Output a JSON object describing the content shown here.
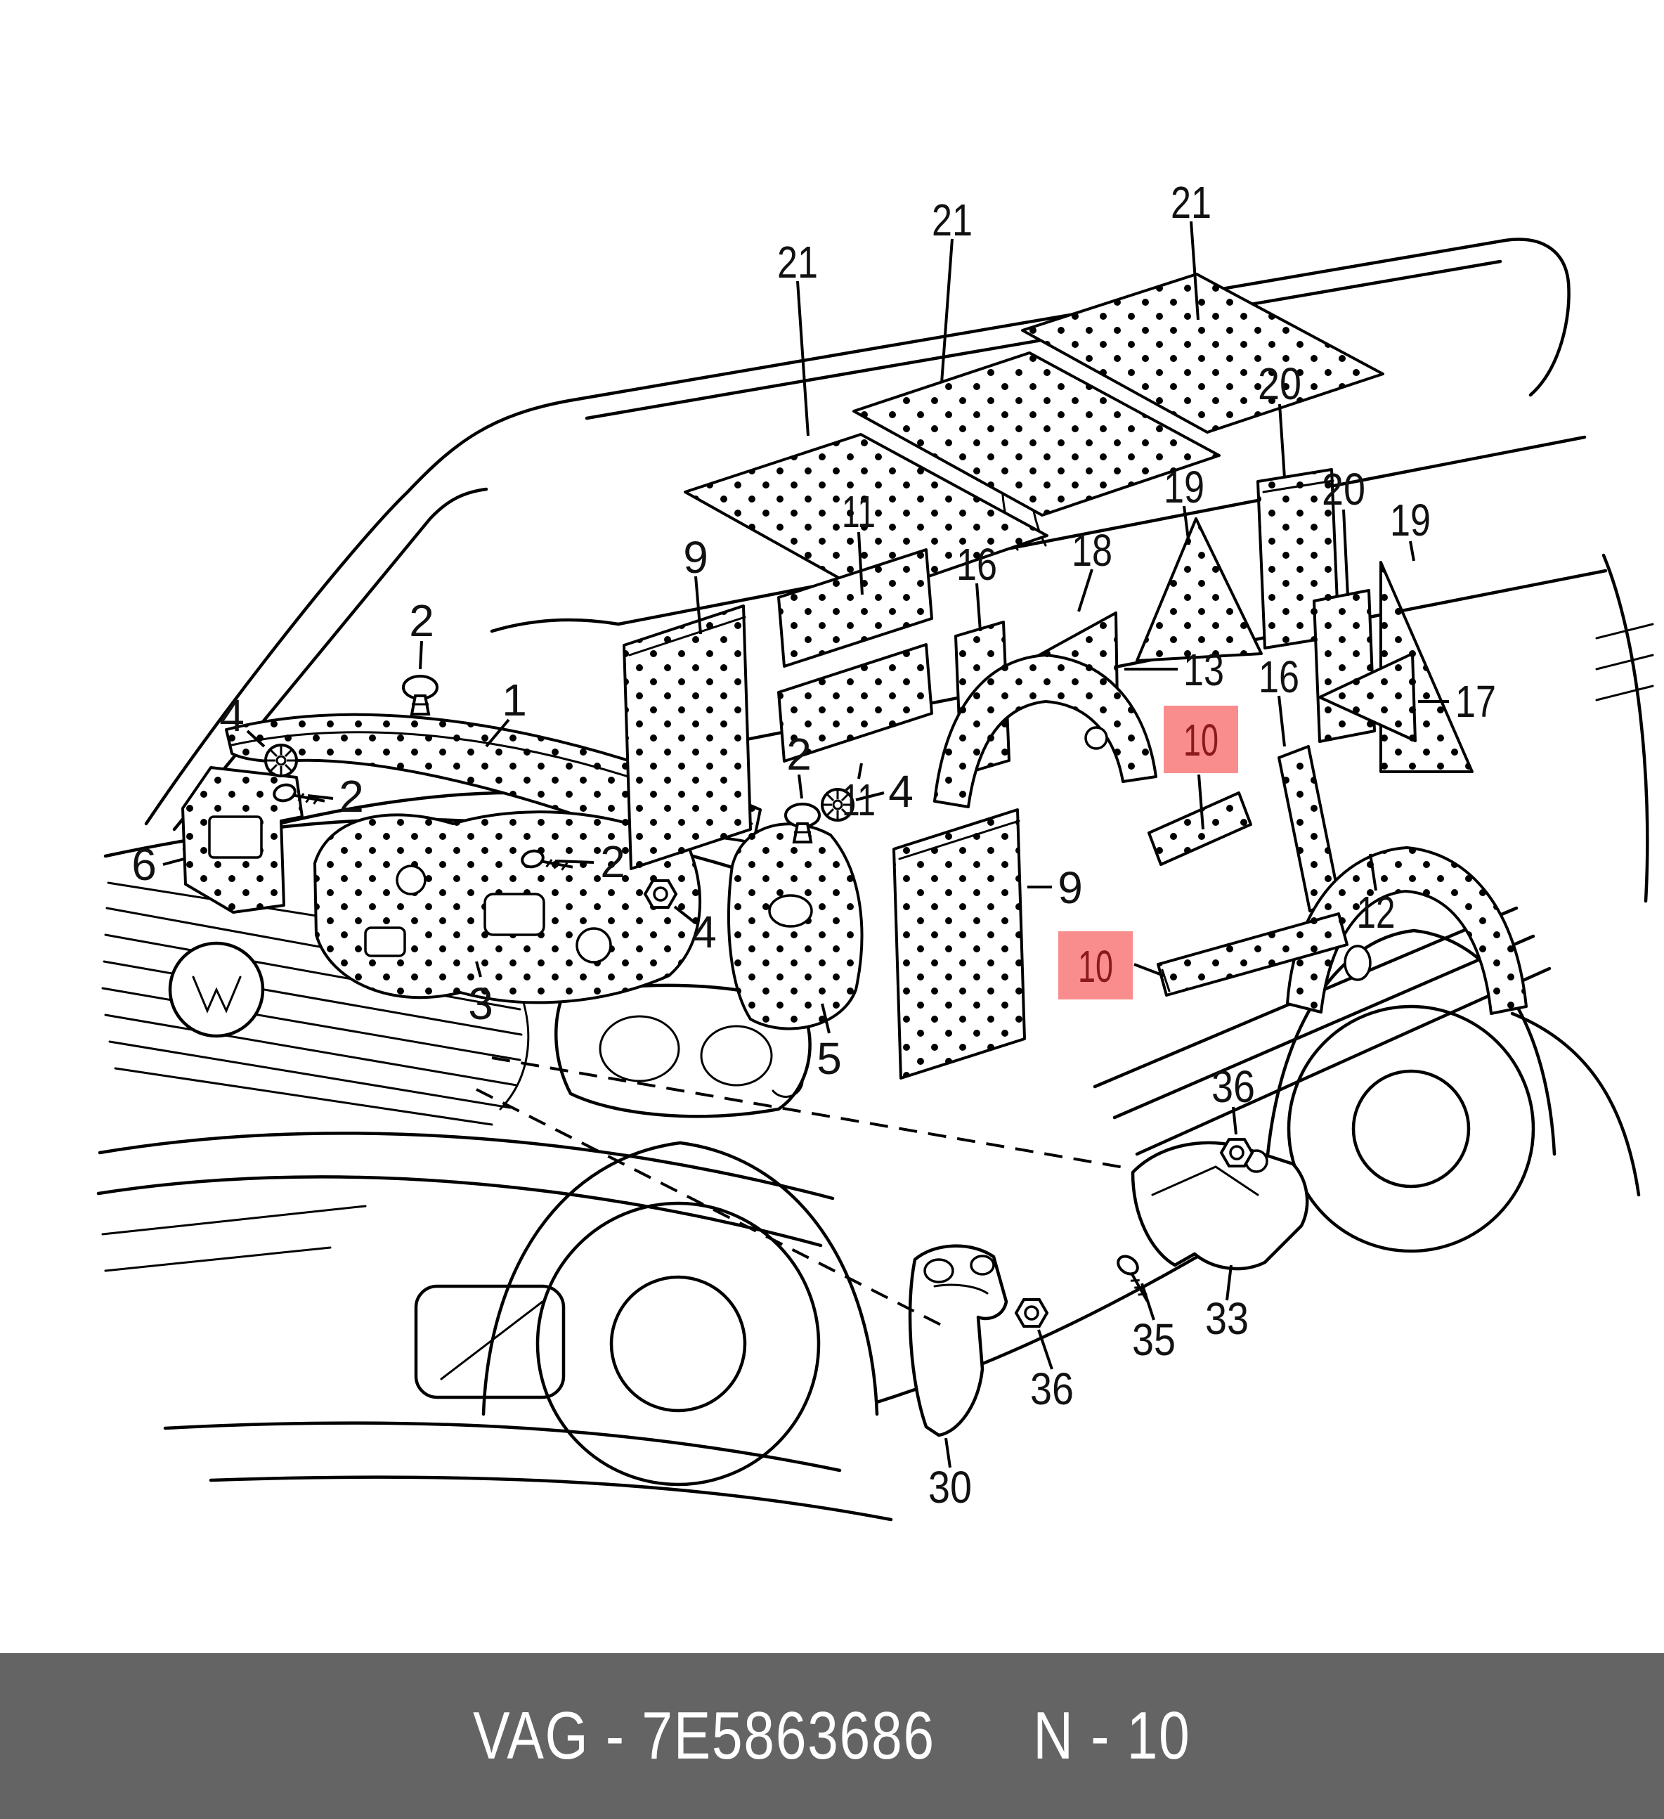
{
  "document": {
    "type": "parts-catalog-exploded-diagram",
    "vehicle": "van"
  },
  "colors": {
    "highlight_bg": "#F98D8D",
    "highlight_text": "#8C1A1A",
    "line": "#000000",
    "footer_bg": "#646464",
    "footer_text": "#FFFFFF",
    "canvas_bg": "#FFFFFF"
  },
  "callouts": [
    {
      "label": "21",
      "highlighted": false
    },
    {
      "label": "21",
      "highlighted": false
    },
    {
      "label": "21",
      "highlighted": false
    },
    {
      "label": "20",
      "highlighted": false
    },
    {
      "label": "19",
      "highlighted": false
    },
    {
      "label": "20",
      "highlighted": false
    },
    {
      "label": "19",
      "highlighted": false
    },
    {
      "label": "11",
      "highlighted": false
    },
    {
      "label": "9",
      "highlighted": false
    },
    {
      "label": "16",
      "highlighted": false
    },
    {
      "label": "18",
      "highlighted": false
    },
    {
      "label": "13",
      "highlighted": false
    },
    {
      "label": "16",
      "highlighted": false
    },
    {
      "label": "17",
      "highlighted": false
    },
    {
      "label": "10",
      "highlighted": true
    },
    {
      "label": "12",
      "highlighted": false
    },
    {
      "label": "11",
      "highlighted": false
    },
    {
      "label": "2",
      "highlighted": false
    },
    {
      "label": "1",
      "highlighted": false
    },
    {
      "label": "4",
      "highlighted": false
    },
    {
      "label": "2",
      "highlighted": false
    },
    {
      "label": "6",
      "highlighted": false
    },
    {
      "label": "2",
      "highlighted": false
    },
    {
      "label": "2",
      "highlighted": false
    },
    {
      "label": "4",
      "highlighted": false
    },
    {
      "label": "4",
      "highlighted": false
    },
    {
      "label": "3",
      "highlighted": false
    },
    {
      "label": "5",
      "highlighted": false
    },
    {
      "label": "9",
      "highlighted": false
    },
    {
      "label": "10",
      "highlighted": true
    },
    {
      "label": "36",
      "highlighted": false
    },
    {
      "label": "33",
      "highlighted": false
    },
    {
      "label": "35",
      "highlighted": false
    },
    {
      "label": "36",
      "highlighted": false
    },
    {
      "label": "30",
      "highlighted": false
    }
  ],
  "footer": {
    "catalog_code": "VAG - 7E5863686",
    "page_code": "N - 10"
  }
}
